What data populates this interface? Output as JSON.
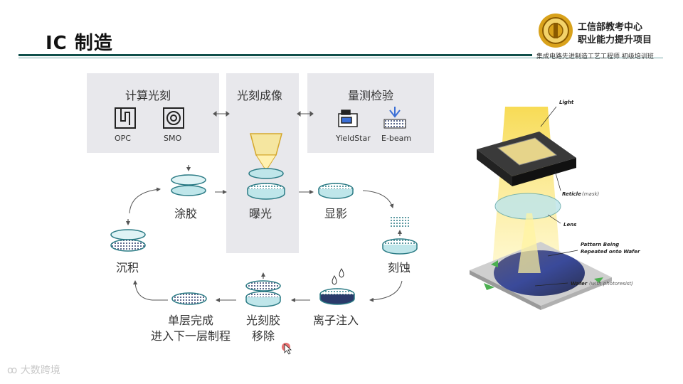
{
  "header": {
    "title": "IC 制造",
    "org_line1": "工信部教考中心",
    "org_line2": "职业能力提升项目",
    "subtitle": "集成电路先进制造工艺工程师 初级培训班"
  },
  "panels": {
    "left_title": "计算光刻",
    "mid_title": "光刻成像",
    "right_title": "量测检验",
    "tools": {
      "opc": "OPC",
      "smo": "SMO",
      "yieldstar": "YieldStar",
      "ebeam": "E-beam"
    }
  },
  "steps": {
    "coating": "涂胶",
    "exposure": "曝光",
    "develop": "显影",
    "etch": "刻蚀",
    "implant": "离子注入",
    "strip_line1": "光刻胶",
    "strip_line2": "移除",
    "next_line1": "单层完成",
    "next_line2": "进入下一层制程",
    "deposition": "沉积"
  },
  "diagram_labels": {
    "light": "Light",
    "reticle": "Reticle",
    "reticle_note": "(mask)",
    "lens": "Lens",
    "pattern_line1": "Pattern Being",
    "pattern_line2": "Repeated onto Wafer",
    "wafer": "Wafer",
    "wafer_note": "(with photoresist)"
  },
  "watermark": "大数跨境",
  "colors": {
    "accent": "#0f4f4a",
    "panel": "#e8e8ec",
    "wafer_top": "#bfe6ea",
    "wafer_dark": "#2a3a6a",
    "light_yellow": "#f5d020"
  }
}
